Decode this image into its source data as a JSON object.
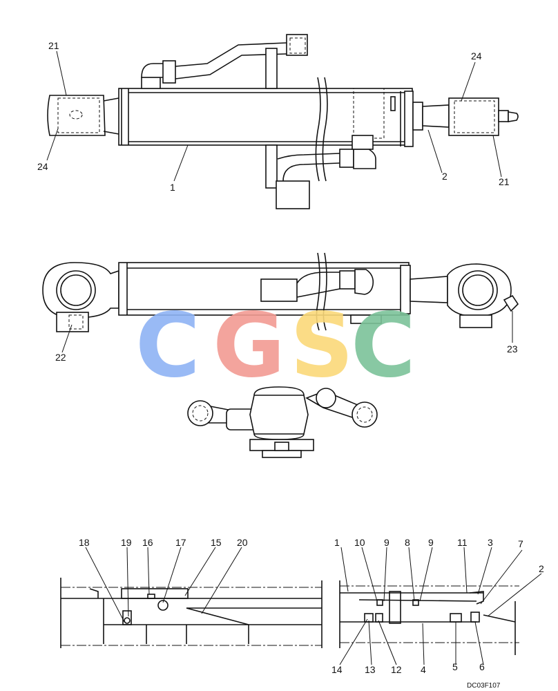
{
  "drawing_code": "DC03F107",
  "watermark": {
    "letters": [
      {
        "char": "C",
        "color": "#8FB3F5"
      },
      {
        "char": "G",
        "color": "#F29B93"
      },
      {
        "char": "S",
        "color": "#FBD97A"
      },
      {
        "char": "C",
        "color": "#7CC39A"
      }
    ]
  },
  "callouts": {
    "top_view": [
      "21",
      "24",
      "1",
      "24",
      "2",
      "21"
    ],
    "side_view": [
      "22",
      "23"
    ],
    "section_left": [
      "18",
      "19",
      "16",
      "17",
      "15",
      "20"
    ],
    "section_right_top": [
      "1",
      "10",
      "9",
      "8",
      "9",
      "11",
      "3",
      "7",
      "2"
    ],
    "section_right_bottom": [
      "14",
      "13",
      "12",
      "4",
      "5",
      "6"
    ]
  }
}
